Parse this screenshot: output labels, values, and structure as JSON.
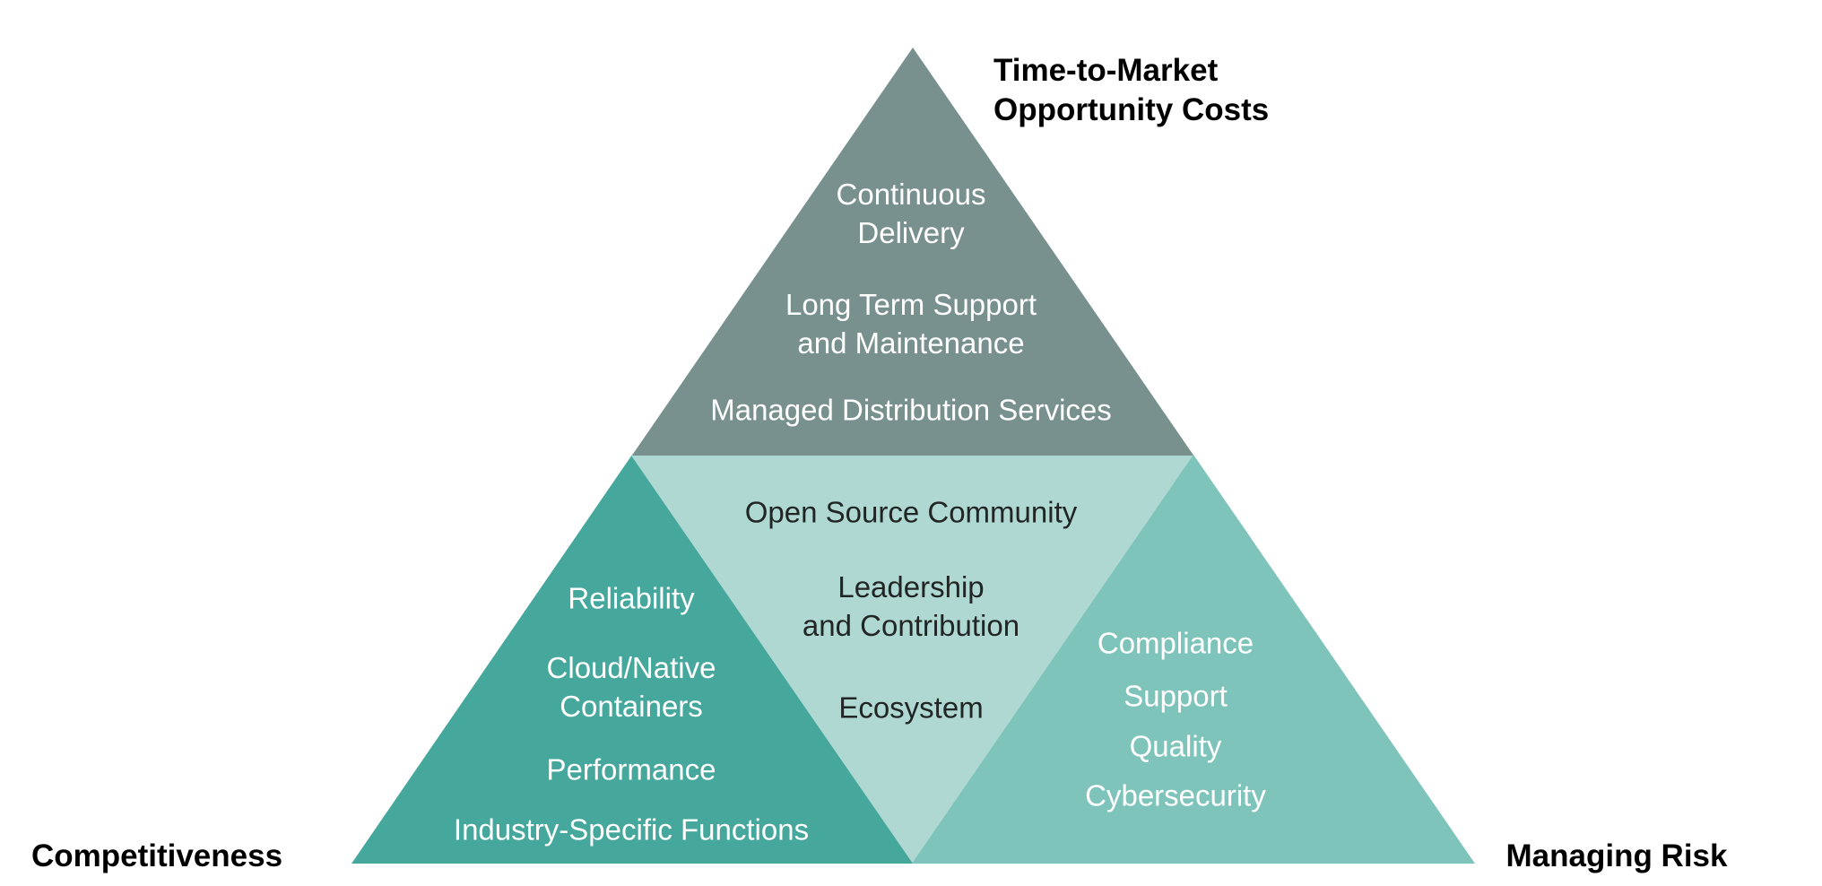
{
  "palette": {
    "segment_top": "#78918E",
    "segment_left": "#46A79C",
    "segment_center": "#AFD8D2",
    "segment_right": "#7FC4BB",
    "text_light": "#FFFFFF",
    "text_dark": "#212625",
    "text_label": "#000000"
  },
  "labels": {
    "top_right": "Time-to-Market\nOpportunity Costs",
    "bottom_left": "Competitiveness",
    "bottom_right": "Managing Risk"
  },
  "sections": {
    "top": {
      "items": [
        "Continuous\nDelivery",
        "Long Term Support\nand Maintenance",
        "Managed Distribution Services"
      ]
    },
    "center": {
      "items": [
        "Open Source Community",
        "Leadership\nand Contribution",
        "Ecosystem"
      ]
    },
    "left": {
      "items": [
        "Reliability",
        "Cloud/Native\nContainers",
        "Performance",
        "Industry-Specific Functions"
      ]
    },
    "right": {
      "items": [
        "Compliance",
        "Support",
        "Quality",
        "Cybersecurity"
      ]
    }
  }
}
